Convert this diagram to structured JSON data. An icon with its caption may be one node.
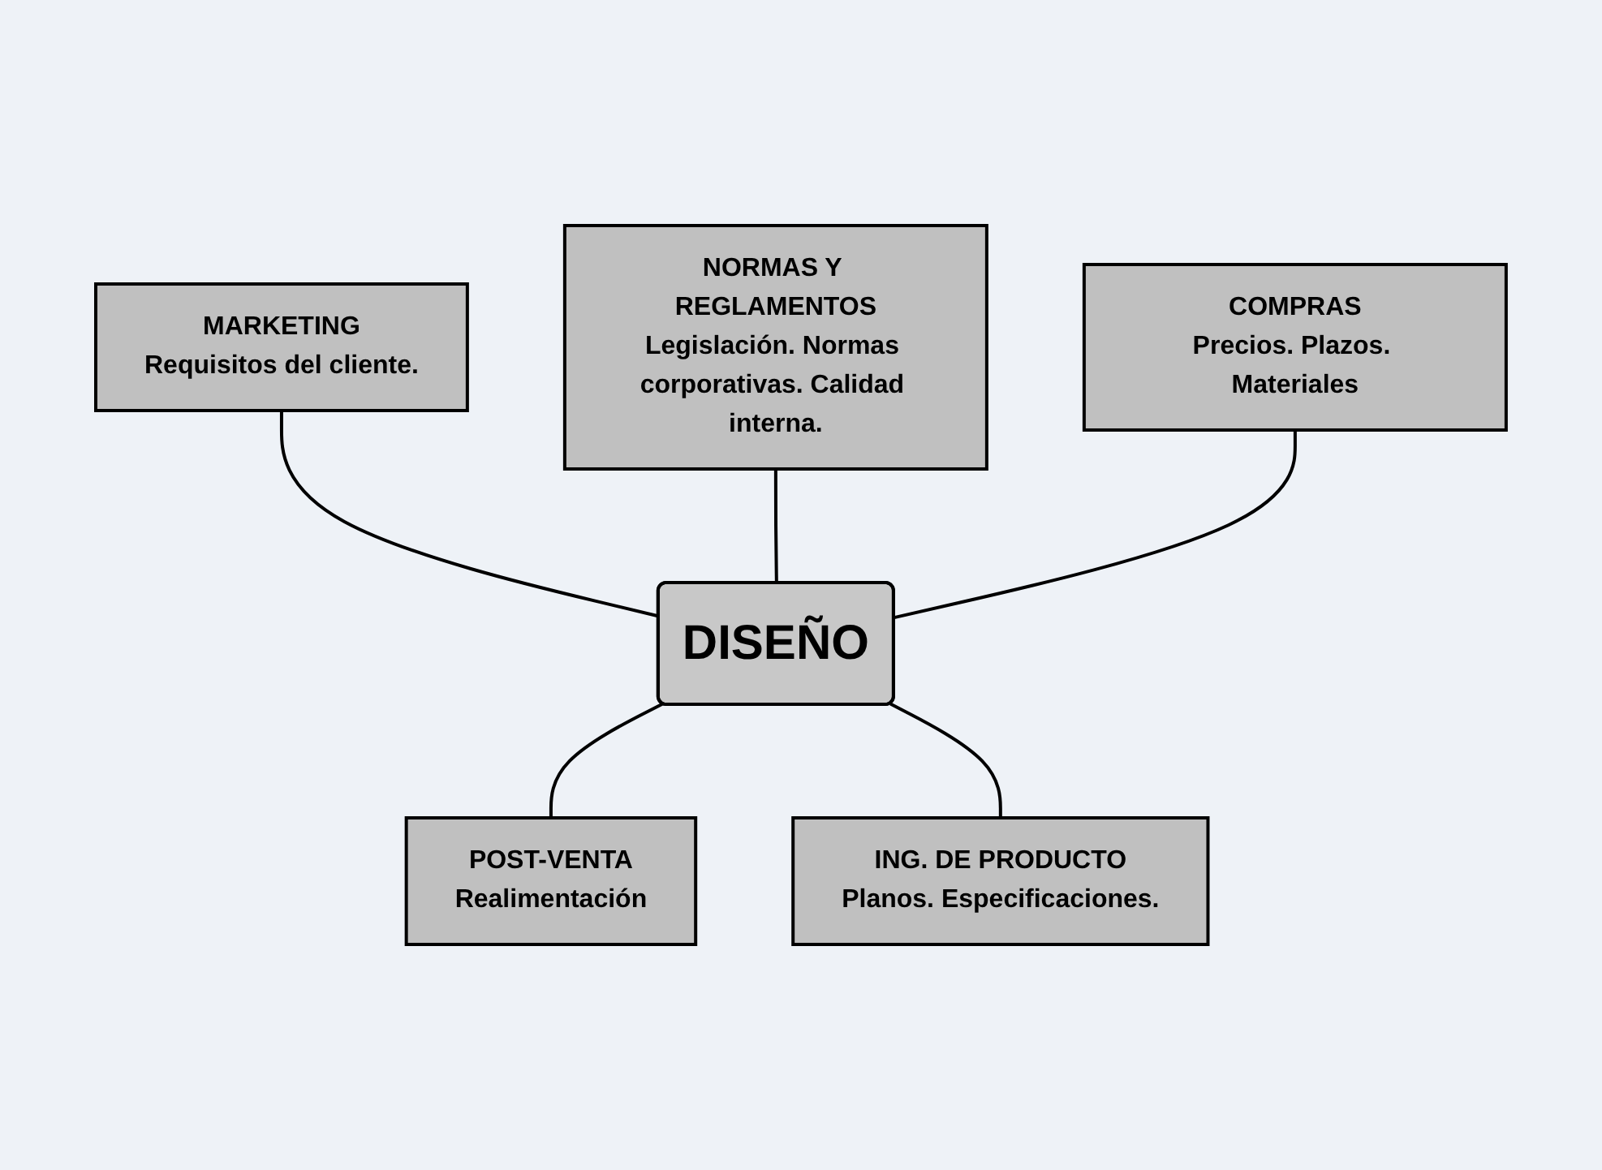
{
  "diagram": {
    "nodes": [
      {
        "text": [
          "MARKETING",
          "Requisitos del cliente."
        ]
      },
      {
        "text": [
          "NORMAS Y REGLAMENTOS",
          "Legislación. Normas corporativas. Calidad interna."
        ]
      },
      {
        "text": [
          "COMPRAS",
          "Precios. Plazos. Materiales"
        ]
      },
      {
        "text": [
          "DISEÑO"
        ]
      },
      {
        "text": [
          "POST-VENTA",
          "Realimentación"
        ]
      },
      {
        "text": [
          "ING. DE PRODUCTO",
          "Planos. Especificaciones."
        ]
      }
    ],
    "edges": [
      {
        "from": 0,
        "to": 3,
        "arrow": "none"
      },
      {
        "from": 1,
        "to": 3,
        "arrow": "none"
      },
      {
        "from": 2,
        "to": 3,
        "arrow": "none"
      },
      {
        "from": 3,
        "to": 4,
        "arrow": "none"
      },
      {
        "from": 3,
        "to": 5,
        "arrow": "none"
      }
    ]
  }
}
